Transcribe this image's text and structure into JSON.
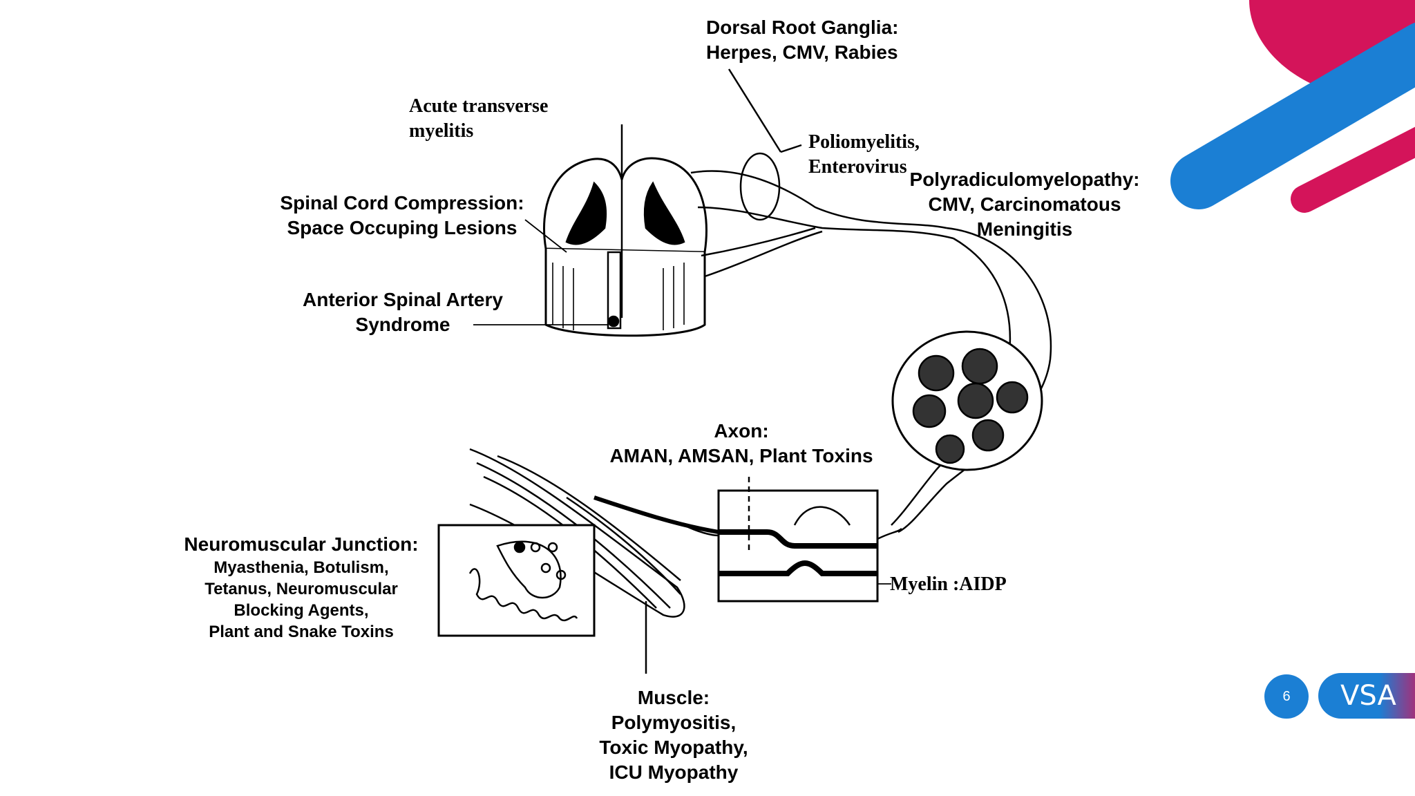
{
  "colors": {
    "magenta": "#d4145a",
    "blue": "#1b7fd4",
    "pill_gradient_start": "#1b7fd4",
    "pill_gradient_end": "#d4145a"
  },
  "labels": {
    "dorsal_root": [
      "Dorsal Root Ganglia:",
      "Herpes, CMV, Rabies"
    ],
    "acute_transverse": [
      "Acute transverse",
      "myelitis"
    ],
    "polio": [
      "Poliomyelitis,",
      "Enterovirus"
    ],
    "polyradiculo": [
      "Polyradiculomyelopathy:",
      "CMV,  Carcinomatous",
      "Meningitis"
    ],
    "compression": [
      "Spinal Cord Compression:",
      "Space Occuping Lesions"
    ],
    "anterior_spinal": [
      "Anterior Spinal Artery",
      "Syndrome"
    ],
    "axon": [
      "Axon:",
      "AMAN, AMSAN, Plant Toxins"
    ],
    "nmj": [
      "Neuromuscular Junction:",
      "Myasthenia, Botulism,",
      "Tetanus, Neuromuscular",
      "Blocking Agents,",
      "Plant and Snake Toxins"
    ],
    "myelin": "Myelin :AIDP",
    "muscle": [
      "Muscle:",
      "Polymyositis,",
      "Toxic Myopathy,",
      "ICU Myopathy"
    ]
  },
  "footer": {
    "page_number": "6",
    "brand": "VSA"
  }
}
